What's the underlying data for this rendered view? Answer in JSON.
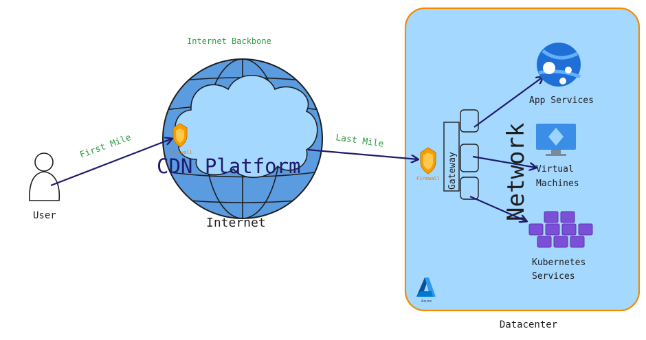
{
  "diagram": {
    "user_label": "User",
    "first_mile_label": "First Mile",
    "backbone_label": "Internet Backbone",
    "cdn_label": "CDN Platform",
    "internet_label": "Internet",
    "last_mile_label": "Last Mile",
    "firewall_label_cdn": "Firewall",
    "firewall_label_dc": "Firewall",
    "gateway_label": "Gateway",
    "network_label": "Network",
    "app_services_label": "App Services",
    "vm_label_line1": "Virtual",
    "vm_label_line2": "Machines",
    "k8s_label_line1": "Kubernetes",
    "k8s_label_line2": "Services",
    "azure_logo_text": "Azure",
    "datacenter_label": "Datacenter"
  },
  "colors": {
    "globe_fill": "#5b9be0",
    "cloud_fill": "#a5d8ff",
    "datacenter_fill": "#a5d8ff",
    "datacenter_border": "#f08c00",
    "arrow": "#1e1b6b",
    "label_green": "#2f9e44",
    "firewall": "#f59f00",
    "kubernetes": "#7b4fd6",
    "azure_blue": "#0078d4"
  },
  "icons": [
    "user-icon",
    "firewall-icon",
    "app-services-icon",
    "virtual-machine-icon",
    "kubernetes-icon",
    "azure-logo-icon"
  ]
}
